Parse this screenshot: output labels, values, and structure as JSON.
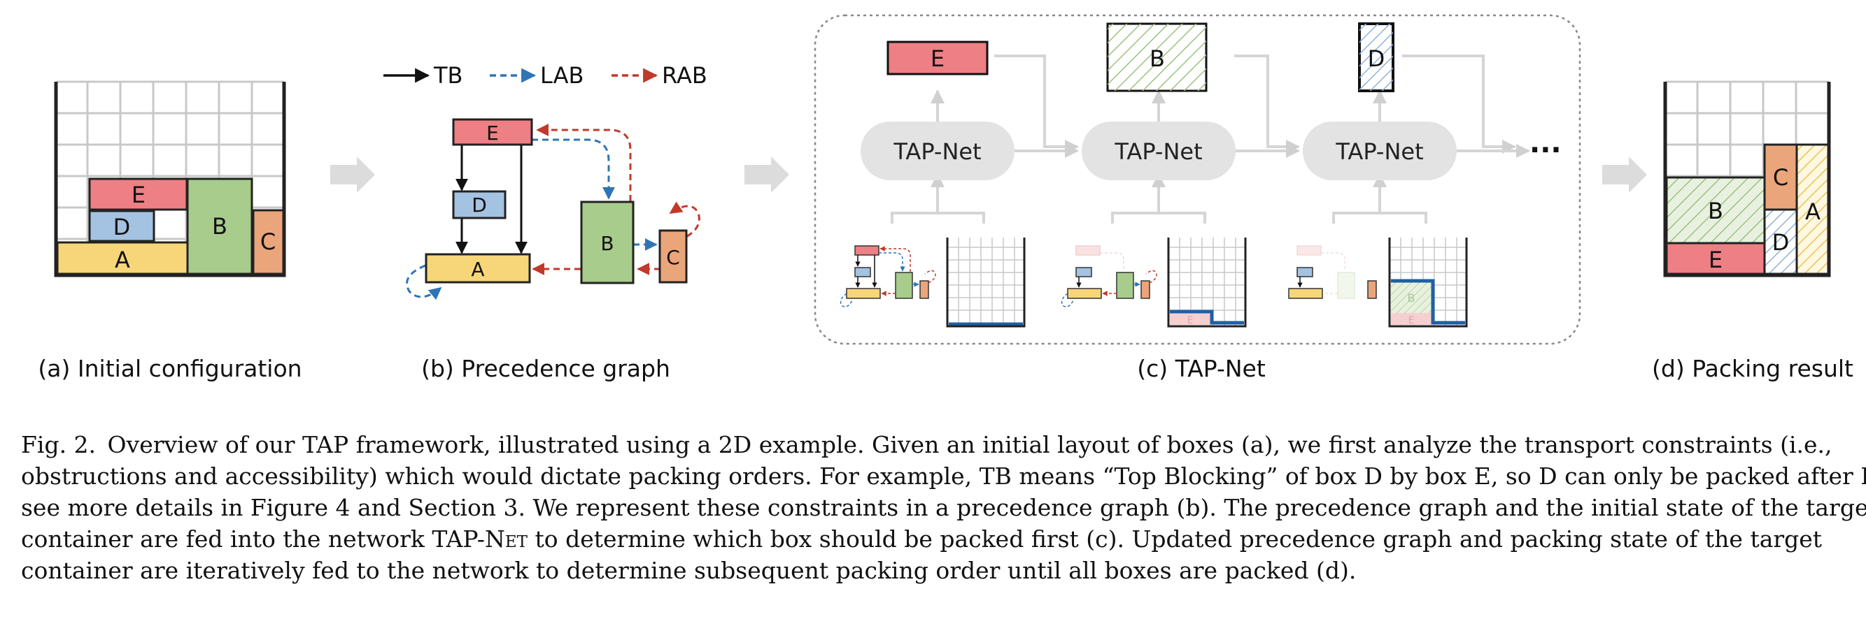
{
  "legend": {
    "tb": "TB",
    "lab": "LAB",
    "rab": "RAB"
  },
  "boxes": {
    "a": "A",
    "b": "B",
    "c": "C",
    "d": "D",
    "e": "E"
  },
  "network_label": "TAP-Net",
  "ellipsis": "···",
  "sublabels": {
    "a": "(a) Initial configuration",
    "b": "(b) Precedence graph",
    "c": "(c) TAP-Net",
    "d": "(d) Packing result"
  },
  "caption": {
    "line1": "Fig. 2. Overview of our TAP framework, illustrated using a 2D example. Given an initial layout of boxes (a), we first analyze the transport constraints (i.e.,",
    "line2": "obstructions and accessibility) which would dictate packing orders. For example, TB means “Top Blocking” of box D by box E, so D can only be packed after E;",
    "line3": "see more details in Figure 4 and Section 3. We represent these constraints in a precedence graph (b). The precedence graph and the initial state of the target",
    "line4_pre": "container are fed into the network ",
    "line4_tap": "TAP-",
    "line4_net": "Net",
    "line4_post": " to determine which box should be packed first (c). Updated precedence graph and packing state of the target",
    "line5": "container are iteratively fed to the network to determine subsequent packing order until all boxes are packed (d)."
  },
  "colors": {
    "box_a": "#f7d67a",
    "box_b": "#a7cc8c",
    "box_c": "#eba57b",
    "box_d": "#a4c2e2",
    "box_e": "#ee7f84",
    "tb_arrow": "#111111",
    "lab_arrow": "#2e75b6",
    "rab_arrow": "#c0392b",
    "grid": "#c8c8c8",
    "flow_arrow": "#d5d5d5",
    "net_fill": "#e3e3e3",
    "packed_outline": "#1f5fa8"
  }
}
